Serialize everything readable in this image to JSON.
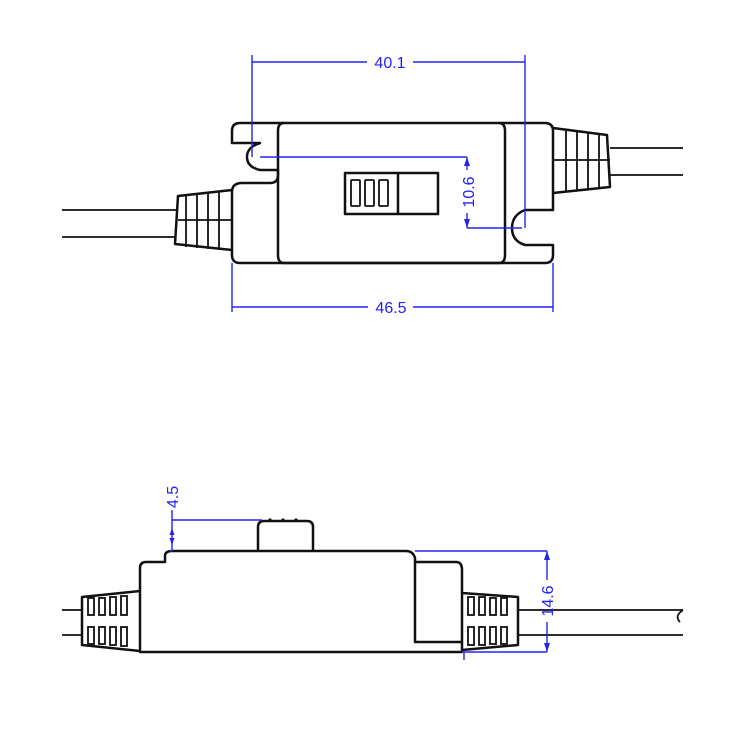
{
  "drawing": {
    "top_view": {
      "dim_hole_spacing": "40.1",
      "dim_hole_offset": "10.6",
      "dim_total_length": "46.5"
    },
    "side_view": {
      "dim_knob_height": "4.5",
      "dim_body_height": "14.6"
    },
    "colors": {
      "outline": "#111111",
      "dimension": "#2323f0"
    }
  }
}
